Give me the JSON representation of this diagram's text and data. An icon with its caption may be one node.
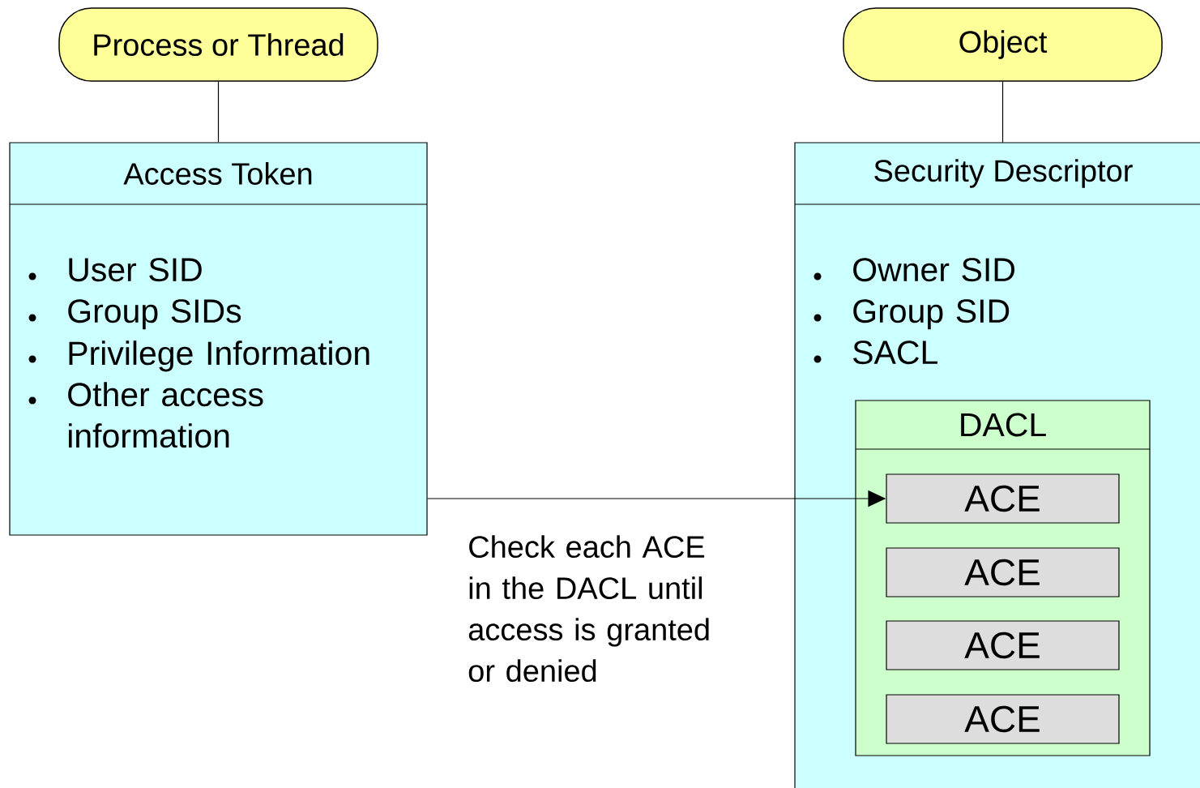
{
  "diagram": {
    "nodes": [
      {
        "text": [
          "Process or Thread"
        ]
      },
      {
        "text": [
          "Access Token",
          "User SID",
          "Group SIDs",
          "Privilege Information",
          "Other access information"
        ]
      },
      {
        "text": [
          "Object"
        ]
      },
      {
        "text": [
          "Security Descriptor",
          "Owner SID",
          "Group SID",
          "SACL"
        ]
      },
      {
        "text": [
          "DACL"
        ],
        "in": 3
      },
      {
        "text": [
          "ACE"
        ],
        "in": 4
      },
      {
        "text": [
          "ACE"
        ],
        "in": 4
      },
      {
        "text": [
          "ACE"
        ],
        "in": 4
      },
      {
        "text": [
          "ACE"
        ],
        "in": 4
      }
    ],
    "edges": [
      {
        "from": 0,
        "to": 1,
        "arrow": "none"
      },
      {
        "from": 2,
        "to": 3,
        "arrow": "none"
      },
      {
        "from": 1,
        "to": 5,
        "arrow": "to"
      }
    ],
    "labels": [
      "Check each ACE in the DACL until access is granted or denied"
    ]
  }
}
